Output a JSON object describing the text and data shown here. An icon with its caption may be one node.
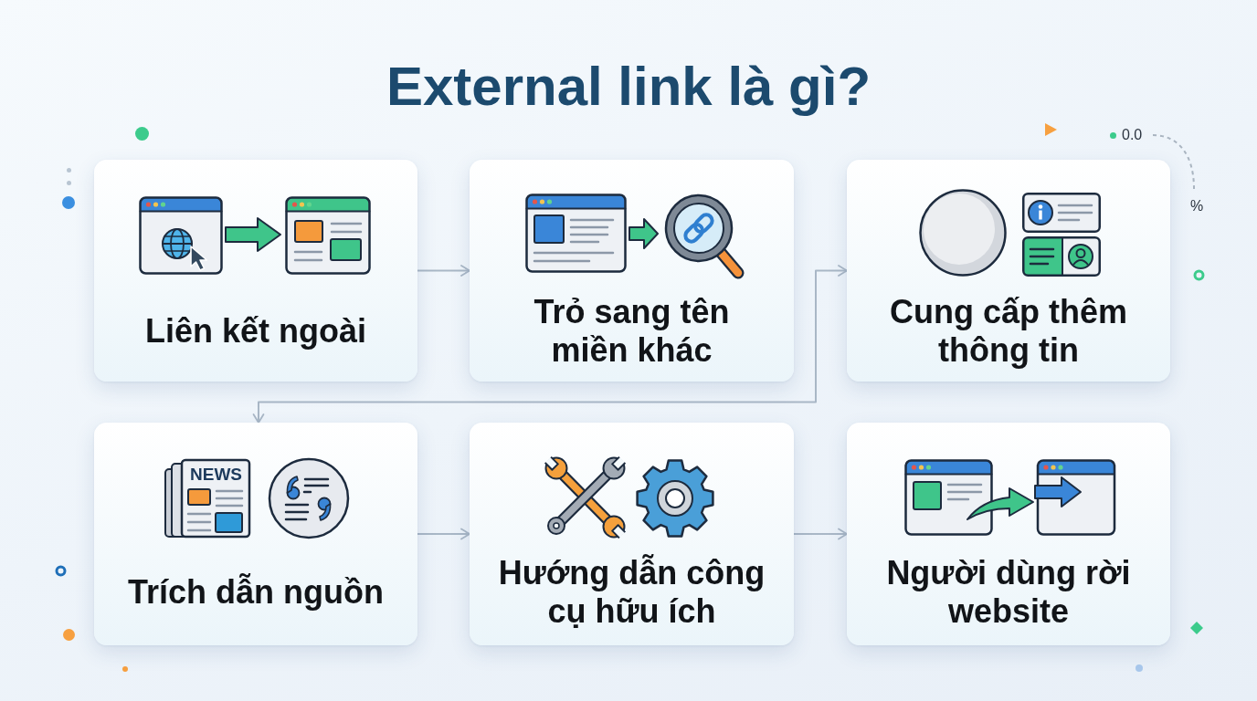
{
  "diagram": {
    "title": "External link là gì?",
    "nodes": [
      {
        "text": [
          "Liên kết ngoài"
        ]
      },
      {
        "text": [
          "Trỏ sang tên miền khác"
        ]
      },
      {
        "text": [
          "Cung cấp thêm thông tin"
        ]
      },
      {
        "text": [
          "Trích dẫn nguồn"
        ]
      },
      {
        "text": [
          "Hướng dẫn công cụ hữu ích"
        ]
      },
      {
        "text": [
          "Người dùng rời website"
        ]
      }
    ],
    "edges": [
      {
        "from": 0,
        "to": 1,
        "arrow": "to"
      },
      {
        "from": 2,
        "to": 3,
        "arrow": "both"
      },
      {
        "from": 3,
        "to": 4,
        "arrow": "to"
      },
      {
        "from": 4,
        "to": 5,
        "arrow": "to"
      }
    ],
    "labels": [
      "0.0",
      "%",
      "NEWS"
    ]
  }
}
